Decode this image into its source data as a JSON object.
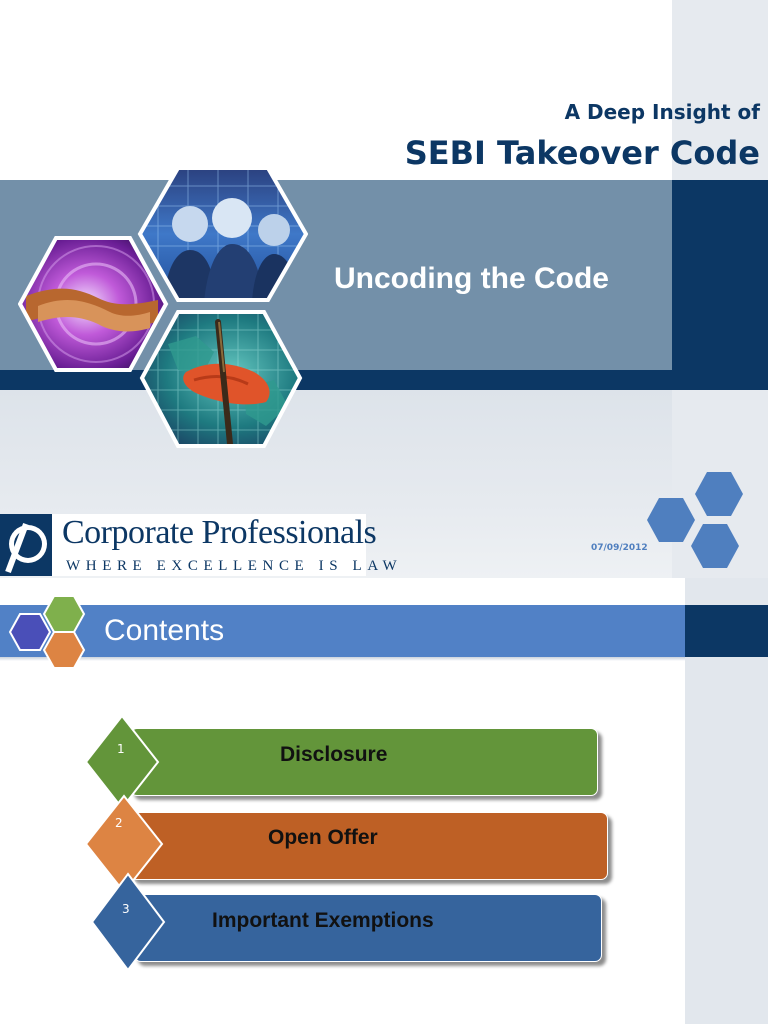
{
  "slide1": {
    "subtitle_top": "A Deep Insight of",
    "title": "SEBI Takeover Code",
    "tagline": "Uncoding the Code",
    "logo": {
      "name": "Corporate Professionals",
      "tagline": "WHERE EXCELLENCE IS LAW",
      "mark": "P"
    },
    "date": "07/09/2012"
  },
  "slide2": {
    "title": "Contents",
    "items": [
      {
        "number": "1",
        "label": "Disclosure",
        "color": "#63953a"
      },
      {
        "number": "2",
        "label": "Open Offer",
        "color": "#be6025"
      },
      {
        "number": "3",
        "label": "Important Exemptions",
        "color": "#36649d"
      }
    ]
  },
  "colors": {
    "navy": "#0c3764",
    "steel_blue": "#7390a9",
    "banner_blue": "#5181c6",
    "hex_blue": "#4f7fbf",
    "green": "#63953a",
    "orange": "#dd8443"
  }
}
